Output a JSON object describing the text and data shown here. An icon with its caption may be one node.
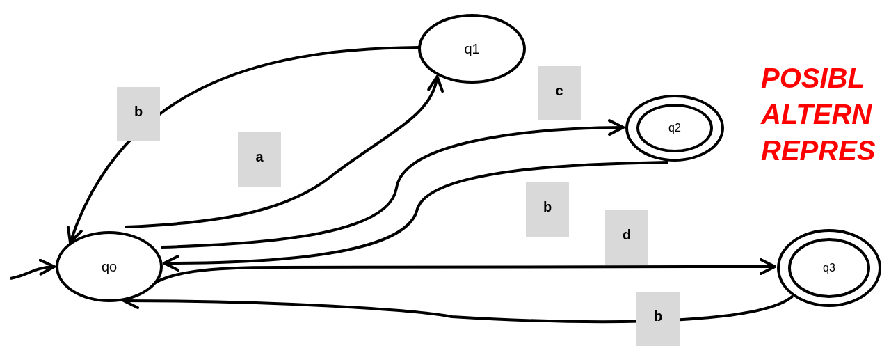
{
  "diagram": {
    "nodes": [
      {
        "text": [
          "qo"
        ]
      },
      {
        "text": [
          "q1"
        ]
      },
      {
        "text": [
          "q2"
        ]
      },
      {
        "text": [
          "q3"
        ]
      }
    ],
    "edges": [
      {
        "from": null,
        "to": 0,
        "arrow": "to"
      },
      {
        "from": 0,
        "to": 1,
        "arrow": "to",
        "label": "a"
      },
      {
        "from": 1,
        "to": 0,
        "arrow": "to",
        "label": "b"
      },
      {
        "from": 0,
        "to": 2,
        "arrow": "to",
        "label": "c"
      },
      {
        "from": 2,
        "to": 0,
        "arrow": "to",
        "label": "b"
      },
      {
        "from": 0,
        "to": 3,
        "arrow": "to",
        "label": "d"
      },
      {
        "from": 3,
        "to": 0,
        "arrow": "to",
        "label": "b"
      }
    ],
    "labels": [
      "POSIBL",
      "ALTERN",
      "REPRES"
    ]
  }
}
